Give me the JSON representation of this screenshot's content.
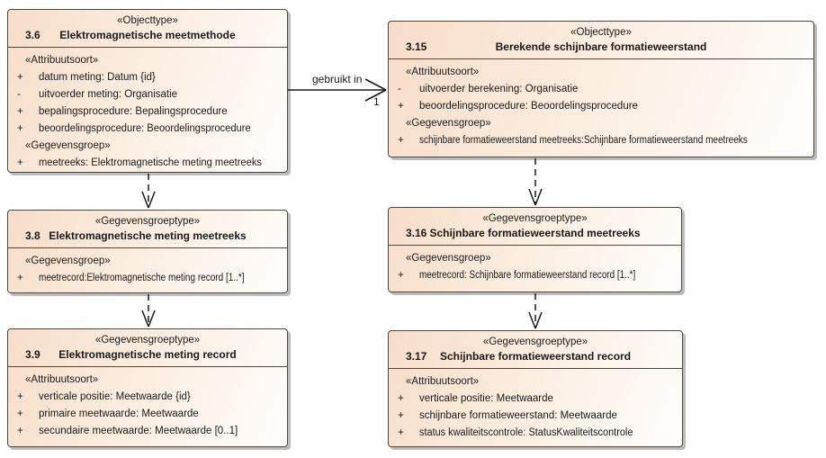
{
  "diagram": {
    "kind": "UML class diagram",
    "colors": {
      "background": "#FFFFFF",
      "box_fill_dark": "#F7DDC9",
      "box_fill_light": "#FFFEFD",
      "box_border": "#4F463D",
      "box_shadow": "#BCBCBC",
      "line": "#1A1A1A"
    }
  },
  "connectors": {
    "uses": {
      "label": "gebruikt in",
      "target_multiplicity": "1"
    },
    "trace_arrows": [
      "3.6 to 3.8",
      "3.8 to 3.9",
      "3.15 to 3.16",
      "3.16 to 3.17"
    ]
  },
  "boxes": [
    {
      "num": "3.6",
      "stereotype": "«Objecttype»",
      "title": "Elektromagnetische meetmethode",
      "rows": [
        {
          "vis": "",
          "text": "«Attribuutsoort»"
        },
        {
          "vis": "+",
          "text": "datum meting: Datum {id}"
        },
        {
          "vis": "-",
          "text": "uitvoerder meting: Organisatie"
        },
        {
          "vis": "+",
          "text": "bepalingsprocedure: Bepalingsprocedure"
        },
        {
          "vis": "+",
          "text": "beoordelingsprocedure: Beoordelingsprocedure"
        },
        {
          "vis": "",
          "text": "«Gegevensgroep»"
        },
        {
          "vis": "+",
          "text": "meetreeks: Elektromagnetische meting meetreeks"
        }
      ]
    },
    {
      "num": "3.15",
      "stereotype": "«Objecttype»",
      "title": "Berekende schijnbare formatieweerstand",
      "rows": [
        {
          "vis": "",
          "text": "«Attribuutsoort»"
        },
        {
          "vis": "-",
          "text": "uitvoerder berekening: Organisatie"
        },
        {
          "vis": "+",
          "text": "beoordelingsprocedure: Beoordelingsprocedure"
        },
        {
          "vis": "",
          "text": "«Gegevensgroep»"
        },
        {
          "vis": "+",
          "text": "schijnbare formatieweerstand meetreeks:Schijnbare formatieweerstand meetreeks"
        }
      ]
    },
    {
      "num": "3.8",
      "stereotype": "«Gegevensgroeptype»",
      "title": "Elektromagnetische meting meetreeks",
      "rows": [
        {
          "vis": "",
          "text": "«Gegevensgroep»"
        },
        {
          "vis": "+",
          "text": "meetrecord:Elektromagnetische meting record [1..*]"
        }
      ]
    },
    {
      "num": "3.16",
      "stereotype": "«Gegevensgroeptype»",
      "title": "Schijnbare formatieweerstand meetreeks",
      "rows": [
        {
          "vis": "",
          "text": "«Gegevensgroep»"
        },
        {
          "vis": "+",
          "text": "meetrecord: Schijnbare formatieweerstand record [1..*]"
        }
      ]
    },
    {
      "num": "3.9",
      "stereotype": "«Gegevensgroeptype»",
      "title": "Elektromagnetische meting record",
      "rows": [
        {
          "vis": "",
          "text": "«Attribuutsoort»"
        },
        {
          "vis": "+",
          "text": "verticale positie: Meetwaarde {id}"
        },
        {
          "vis": "+",
          "text": "primaire meetwaarde: Meetwaarde"
        },
        {
          "vis": "+",
          "text": "secundaire meetwaarde: Meetwaarde [0..1]"
        }
      ]
    },
    {
      "num": "3.17",
      "stereotype": "«Gegevensgroeptype»",
      "title": "Schijnbare formatieweerstand record",
      "rows": [
        {
          "vis": "",
          "text": "«Attribuutsoort»"
        },
        {
          "vis": "+",
          "text": "verticale positie: Meetwaarde"
        },
        {
          "vis": "+",
          "text": "schijnbare formatieweerstand: Meetwaarde"
        },
        {
          "vis": "+",
          "text": "status kwaliteitscontrole: StatusKwaliteitscontrole"
        }
      ]
    }
  ]
}
